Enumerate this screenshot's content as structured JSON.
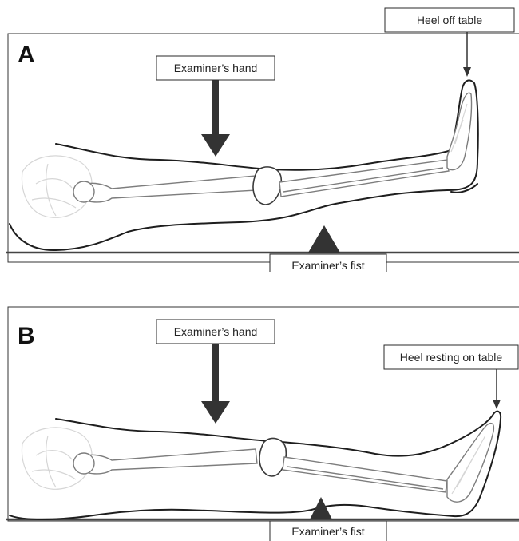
{
  "panels": [
    {
      "letter": "A",
      "hand_label": "Examiner’s hand",
      "heel_label": "Heel off table",
      "fist_label": "Examiner’s fist"
    },
    {
      "letter": "B",
      "hand_label": "Examiner’s hand",
      "heel_label": "Heel resting on table",
      "fist_label": "Examiner’s fist"
    }
  ]
}
